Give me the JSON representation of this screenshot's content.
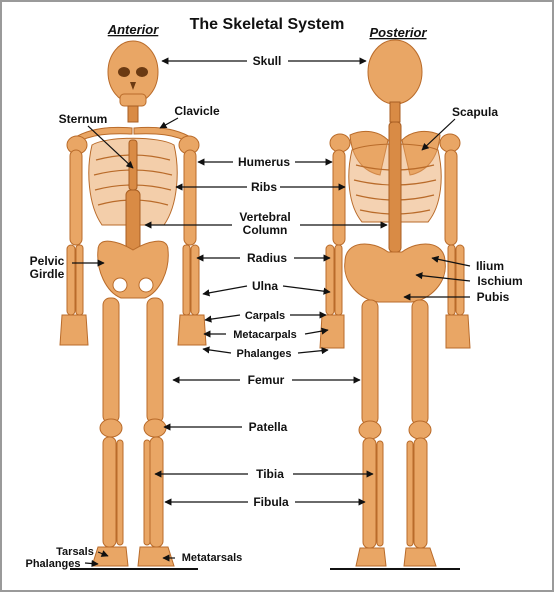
{
  "title": "The Skeletal System",
  "views": {
    "anterior": "Anterior",
    "posterior": "Posterior"
  },
  "labels": {
    "skull": "Skull",
    "sternum": "Sternum",
    "clavicle": "Clavicle",
    "scapula": "Scapula",
    "humerus": "Humerus",
    "ribs": "Ribs",
    "vertebral1": "Vertebral",
    "vertebral2": "Column",
    "pelvic1": "Pelvic",
    "pelvic2": "Girdle",
    "radius": "Radius",
    "ilium": "Ilium",
    "ischium": "Ischium",
    "ulna": "Ulna",
    "pubis": "Pubis",
    "carpals": "Carpals",
    "metacarpals": "Metacarpals",
    "phalanges_hand": "Phalanges",
    "femur": "Femur",
    "patella": "Patella",
    "tibia": "Tibia",
    "fibula": "Fibula",
    "tarsals": "Tarsals",
    "phalanges_foot": "Phalanges",
    "metatarsals": "Metatarsals"
  },
  "colors": {
    "bone": "#e9a665",
    "bone_dark": "#d98b45",
    "outline": "#b96b2a"
  }
}
